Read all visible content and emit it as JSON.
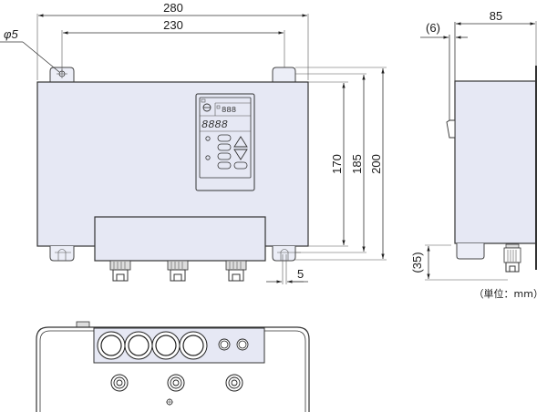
{
  "drawing": {
    "type": "dimensional-outline-drawing",
    "views": [
      "front-view",
      "side-view",
      "bottom-view"
    ],
    "front_view": {
      "dimensions": {
        "overall_width": "280",
        "mounting_hole_pitch_horizontal": "230",
        "mounting_hole_diameter": "φ5",
        "body_height": "170",
        "mounting_hole_pitch_vertical": "185",
        "overall_height": "200",
        "slot_width": "5"
      },
      "panel": {
        "segment_digits": "8888",
        "small_digits": "888",
        "buttons": [
          "up-arrow",
          "down-arrow"
        ]
      },
      "connector_count": 3
    },
    "side_view": {
      "dimensions": {
        "depth": "85",
        "flange_thickness": "(6)",
        "connector_projection": "(35)"
      }
    },
    "bottom_view": {
      "large_ports": 4,
      "small_ports": 2,
      "connectors": 3
    },
    "unit_label": "（単位：mm）",
    "colors": {
      "body_fill": "#e6e8f4",
      "line": "#333333"
    }
  }
}
